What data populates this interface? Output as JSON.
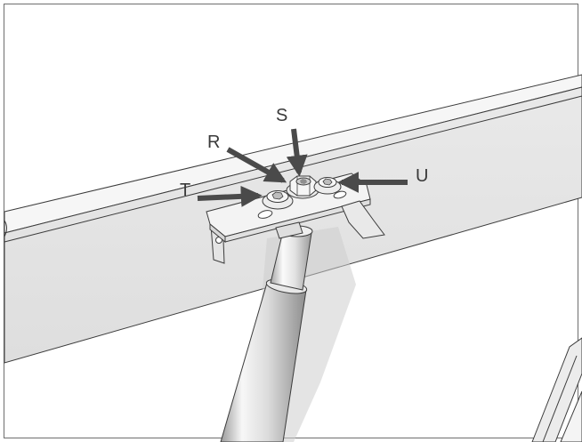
{
  "figure": {
    "callouts": [
      {
        "id": "S",
        "label": "S"
      },
      {
        "id": "R",
        "label": "R"
      },
      {
        "id": "T",
        "label": "T"
      },
      {
        "id": "U",
        "label": "U"
      }
    ]
  },
  "colors": {
    "frame_border": "#6e6e6e",
    "beam_face": "#e3e3e3",
    "beam_top": "#f6f6f6",
    "outline": "#3c3c3c",
    "arrow": "#4a4a4a",
    "bracket": "#f2f2f2",
    "shadow": "#c9c9c9",
    "rod_light": "#f7f7f7",
    "rod_mid": "#dcdcdc",
    "rod_dark": "#9a9a9a"
  }
}
